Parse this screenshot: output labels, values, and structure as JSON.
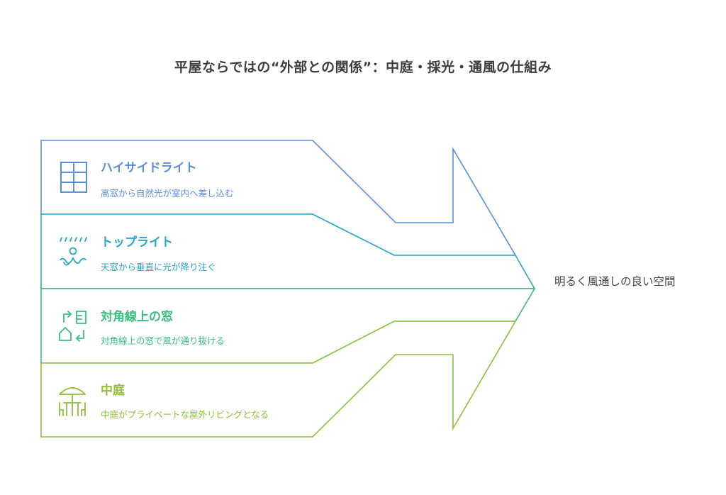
{
  "title": "平屋ならではの“外部との関係”：中庭・採光・通風の仕組み",
  "result": "明るく風通しの良い空間",
  "colors": {
    "band1": "#5b8fd9",
    "band2": "#2aa6c8",
    "band3": "#39bf7e",
    "band4": "#8fbf3c",
    "title": "#3d3d3d"
  },
  "items": [
    {
      "label": "ハイサイドライト",
      "desc": "高窓から自然光が室内へ差し込む",
      "icon": "window-grid-icon"
    },
    {
      "label": "トップライト",
      "desc": "天窓から垂直に光が降り注ぐ",
      "icon": "skylight-person-icon"
    },
    {
      "label": "対角線上の窓",
      "desc": "対角線上の窓で風が通り抜ける",
      "icon": "cross-ventilation-icon"
    },
    {
      "label": "中庭",
      "desc": "中庭がプライベートな屋外リビングとなる",
      "icon": "courtyard-table-icon"
    }
  ]
}
